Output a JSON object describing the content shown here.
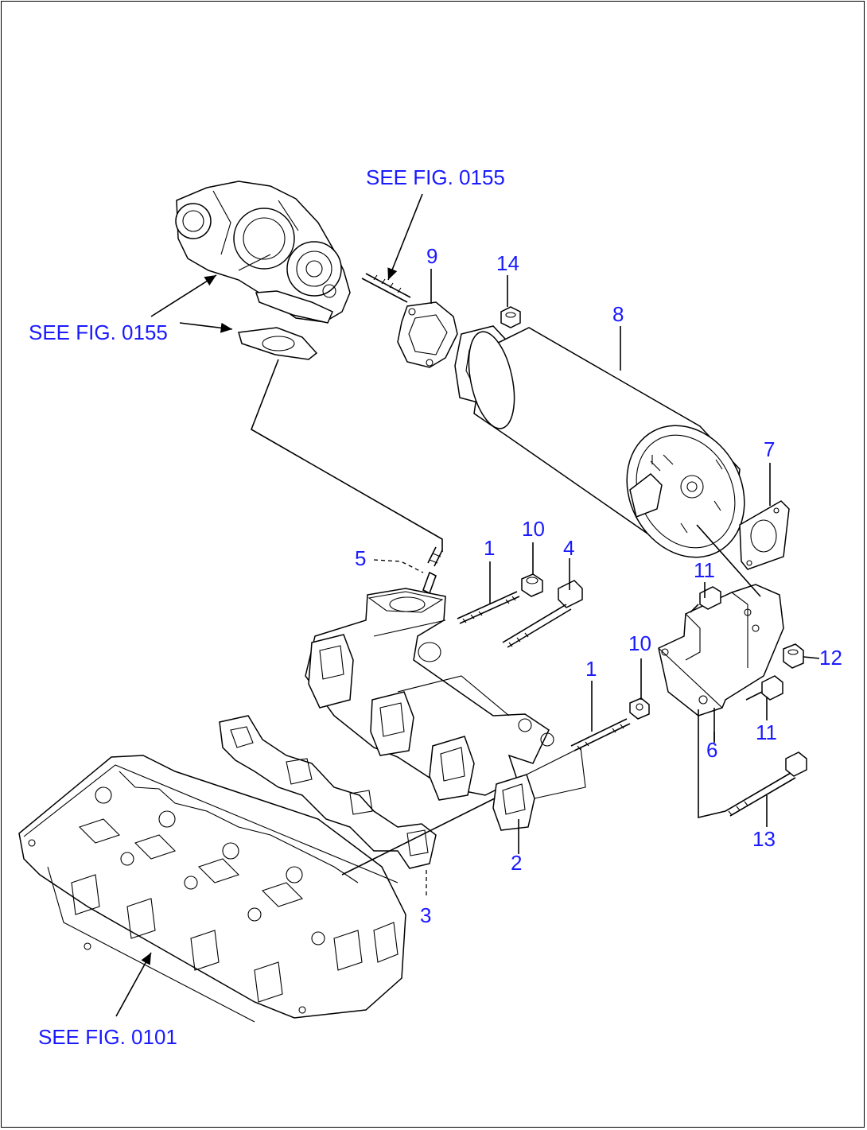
{
  "references": {
    "see_fig_turbo_top": "SEE FIG. 0155",
    "see_fig_turbo_left": "SEE FIG. 0155",
    "see_fig_head": "SEE FIG. 0101"
  },
  "part_numbers": {
    "p1a": "1",
    "p1b": "1",
    "p2": "2",
    "p3": "3",
    "p4": "4",
    "p5": "5",
    "p6": "6",
    "p7": "7",
    "p8": "8",
    "p9": "9",
    "p10a": "10",
    "p10b": "10",
    "p11a": "11",
    "p11b": "11",
    "p12": "12",
    "p13": "13",
    "p14": "14"
  },
  "colors": {
    "label": "#1a1aff",
    "line": "#000000"
  }
}
